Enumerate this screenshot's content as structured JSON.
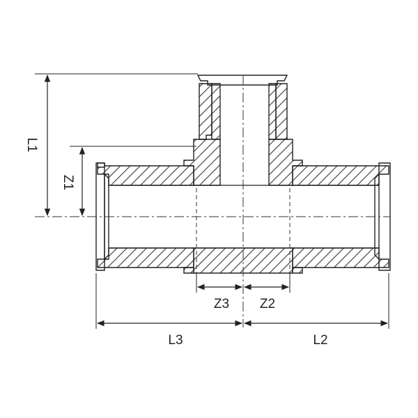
{
  "dimensions": {
    "l1": "L1",
    "z1": "Z1",
    "z3": "Z3",
    "z2": "Z2",
    "l3": "L3",
    "l2": "L2"
  },
  "colors": {
    "line": "#222222",
    "hatch": "#444444",
    "background": "#ffffff"
  }
}
